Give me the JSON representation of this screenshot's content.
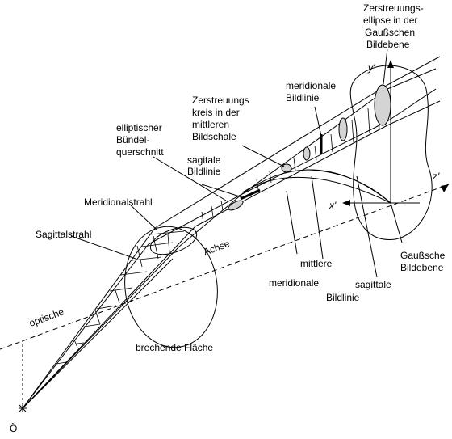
{
  "labels": {
    "origin": "Õ",
    "optische": "optische",
    "achse": "Achse",
    "sagittalstrahl": "Sagittalstrahl",
    "meridionalstrahl": "Meridionalstrahl",
    "elliptischer_1": "elliptischer",
    "elliptischer_2": "Bündel-",
    "elliptischer_3": "querschnitt",
    "sagitale_1": "sagitale",
    "sagitale_2": "Bildlinie",
    "zerstreuungskreis_1": "Zerstreuungs",
    "zerstreuungskreis_2": "kreis in der",
    "zerstreuungskreis_3": "mittleren",
    "zerstreuungskreis_4": "Bildschale",
    "meridionale_bildlinie_1": "meridionale",
    "meridionale_bildlinie_2": "Bildlinie",
    "zerstreuungsellipse_1": "Zerstreuungs-",
    "zerstreuungsellipse_2": "ellipse in der",
    "zerstreuungsellipse_3": "Gaußschen",
    "zerstreuungsellipse_4": "Bildebene",
    "y_axis": "y'",
    "z_axis": "z'",
    "x_axis": "x'",
    "gausssche_1": "Gaußsche",
    "gausssche_2": "Bildebene",
    "mittlere": "mittlere",
    "meridionale": "meridionale",
    "sagittale": "sagittale",
    "bildlinie": "Bildlinie",
    "brechende_flaeche": "brechende Fläche"
  }
}
